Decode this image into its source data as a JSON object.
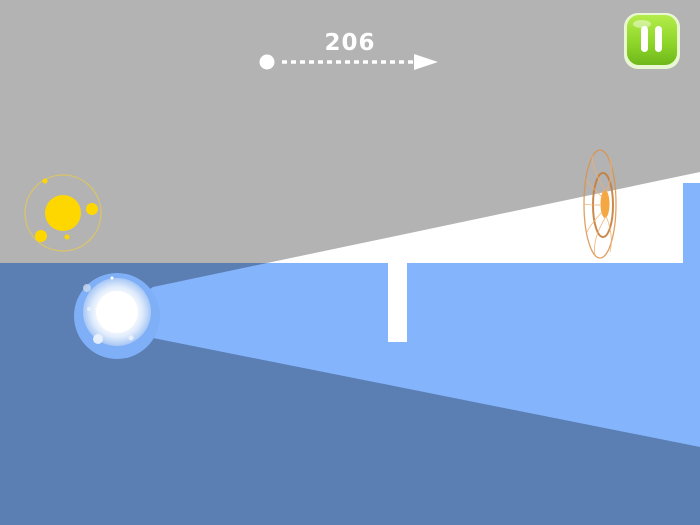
{
  "hud": {
    "distance_score": "206",
    "progress_indicator": "dot-dashed-arrow"
  },
  "controls": {
    "pause_button": {
      "icon": "pause-icon",
      "color": "#8fd62a"
    }
  },
  "scene": {
    "sky_color": "#b3b3b3",
    "ground_color": "#5b7eb3",
    "beam_color": "#84b4fb",
    "lit_wall_color": "#ffffff",
    "sun_color": "#ffd700",
    "target_color": "#f5a742",
    "objects": [
      {
        "name": "sun-orbit",
        "icon": "sun-icon"
      },
      {
        "name": "player-light-orb",
        "icon": "light-orb-icon"
      },
      {
        "name": "portal-target",
        "icon": "portal-icon"
      },
      {
        "name": "pillar-obstacle"
      },
      {
        "name": "right-block-obstacle"
      }
    ]
  }
}
